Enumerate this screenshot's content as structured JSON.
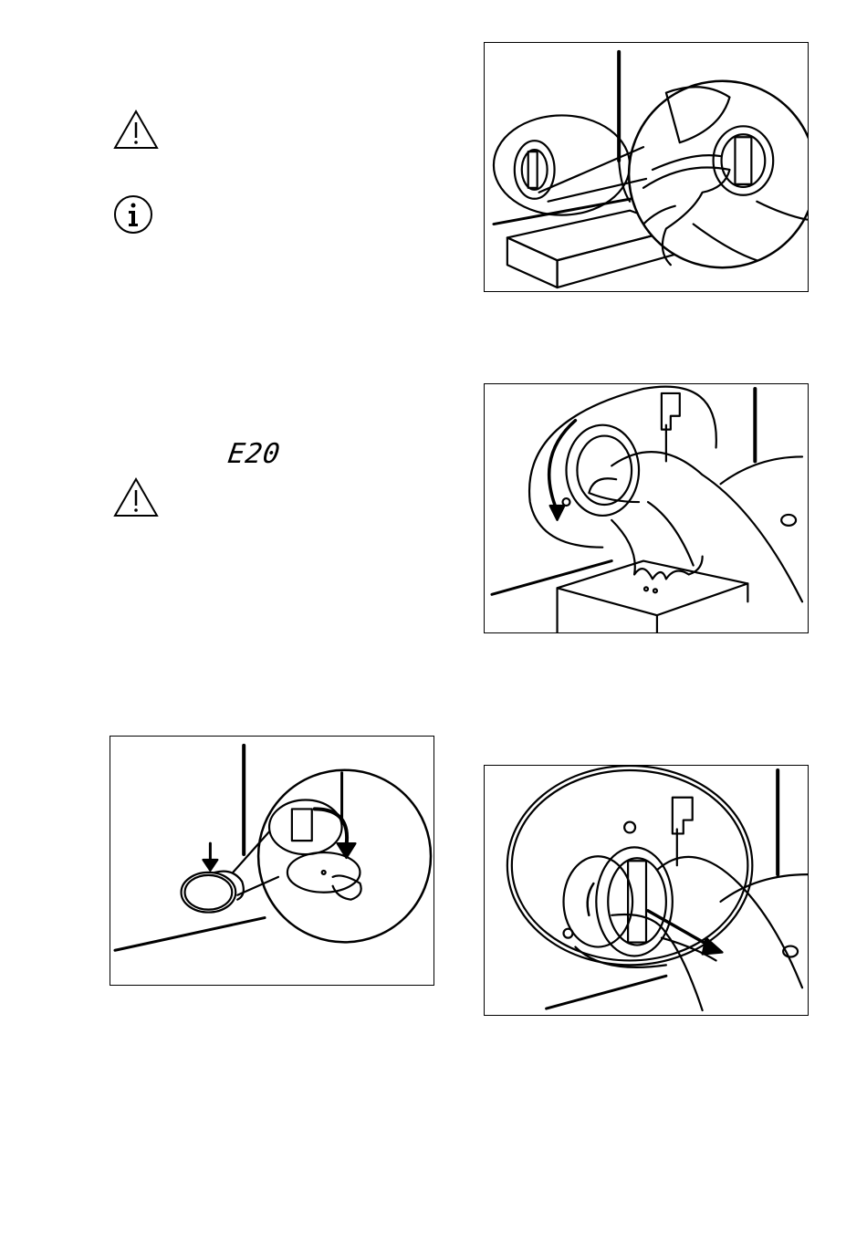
{
  "document": {
    "error_code": "E20",
    "icons": {
      "warning_1": "warning-triangle-icon",
      "info": "info-circle-icon",
      "warning_2": "warning-triangle-icon"
    }
  },
  "illustrations": [
    "drain-filter-flap-open",
    "drain-filter-turn-water-flows",
    "emergency-drain-cap-remove",
    "drain-filter-pull-out"
  ]
}
